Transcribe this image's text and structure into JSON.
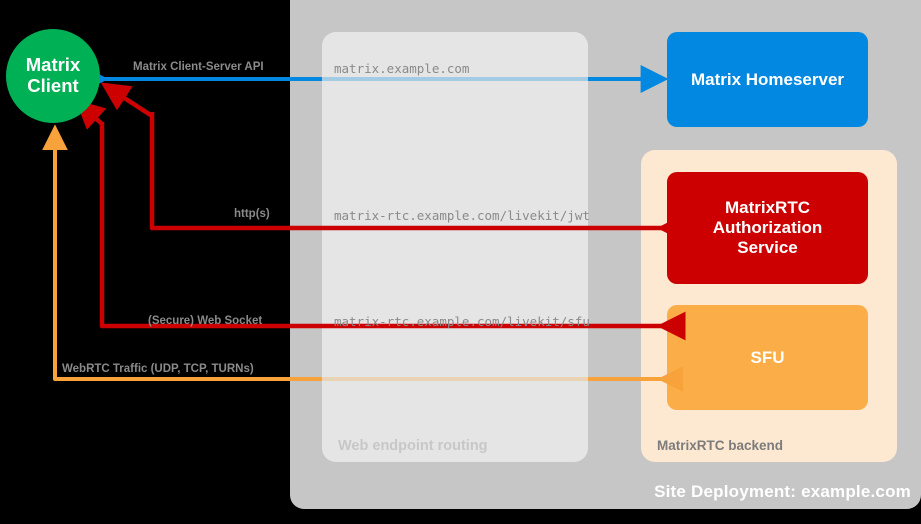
{
  "diagram": {
    "title": "Site Deployment: example.com",
    "containers": {
      "site_deployment": {
        "label": "Site Deployment: example.com",
        "color": "#c6c6c6"
      },
      "web_routing": {
        "label": "Web endpoint routing",
        "color": "#e4e4e4"
      },
      "rtc_backend": {
        "label": "MatrixRTC backend",
        "color": "#fde8d1"
      }
    },
    "nodes": {
      "client": {
        "line1": "Matrix",
        "line2": "Client",
        "color": "#00b055"
      },
      "homeserver": {
        "label": "Matrix Homeserver",
        "color": "#0288e0"
      },
      "auth_service": {
        "line1": "MatrixRTC",
        "line2": "Authorization",
        "line3": "Service",
        "color": "#cc0000"
      },
      "sfu": {
        "label": "SFU",
        "color": "#fbad48"
      }
    },
    "flows": [
      {
        "id": "cs-api",
        "label": "Matrix Client-Server API",
        "endpoint": "matrix.example.com",
        "color": "#0288e0"
      },
      {
        "id": "https",
        "label": "http(s)",
        "endpoint": "matrix-rtc.example.com/livekit/jwt",
        "color": "#cc0000"
      },
      {
        "id": "wss",
        "label": "(Secure) Web Socket",
        "endpoint": "matrix-rtc.example.com/livekit/sfu",
        "color": "#cc0000"
      },
      {
        "id": "webrtc",
        "label": "WebRTC Traffic (UDP, TCP, TURNs)",
        "endpoint": "",
        "color": "#f7a23b"
      }
    ]
  }
}
